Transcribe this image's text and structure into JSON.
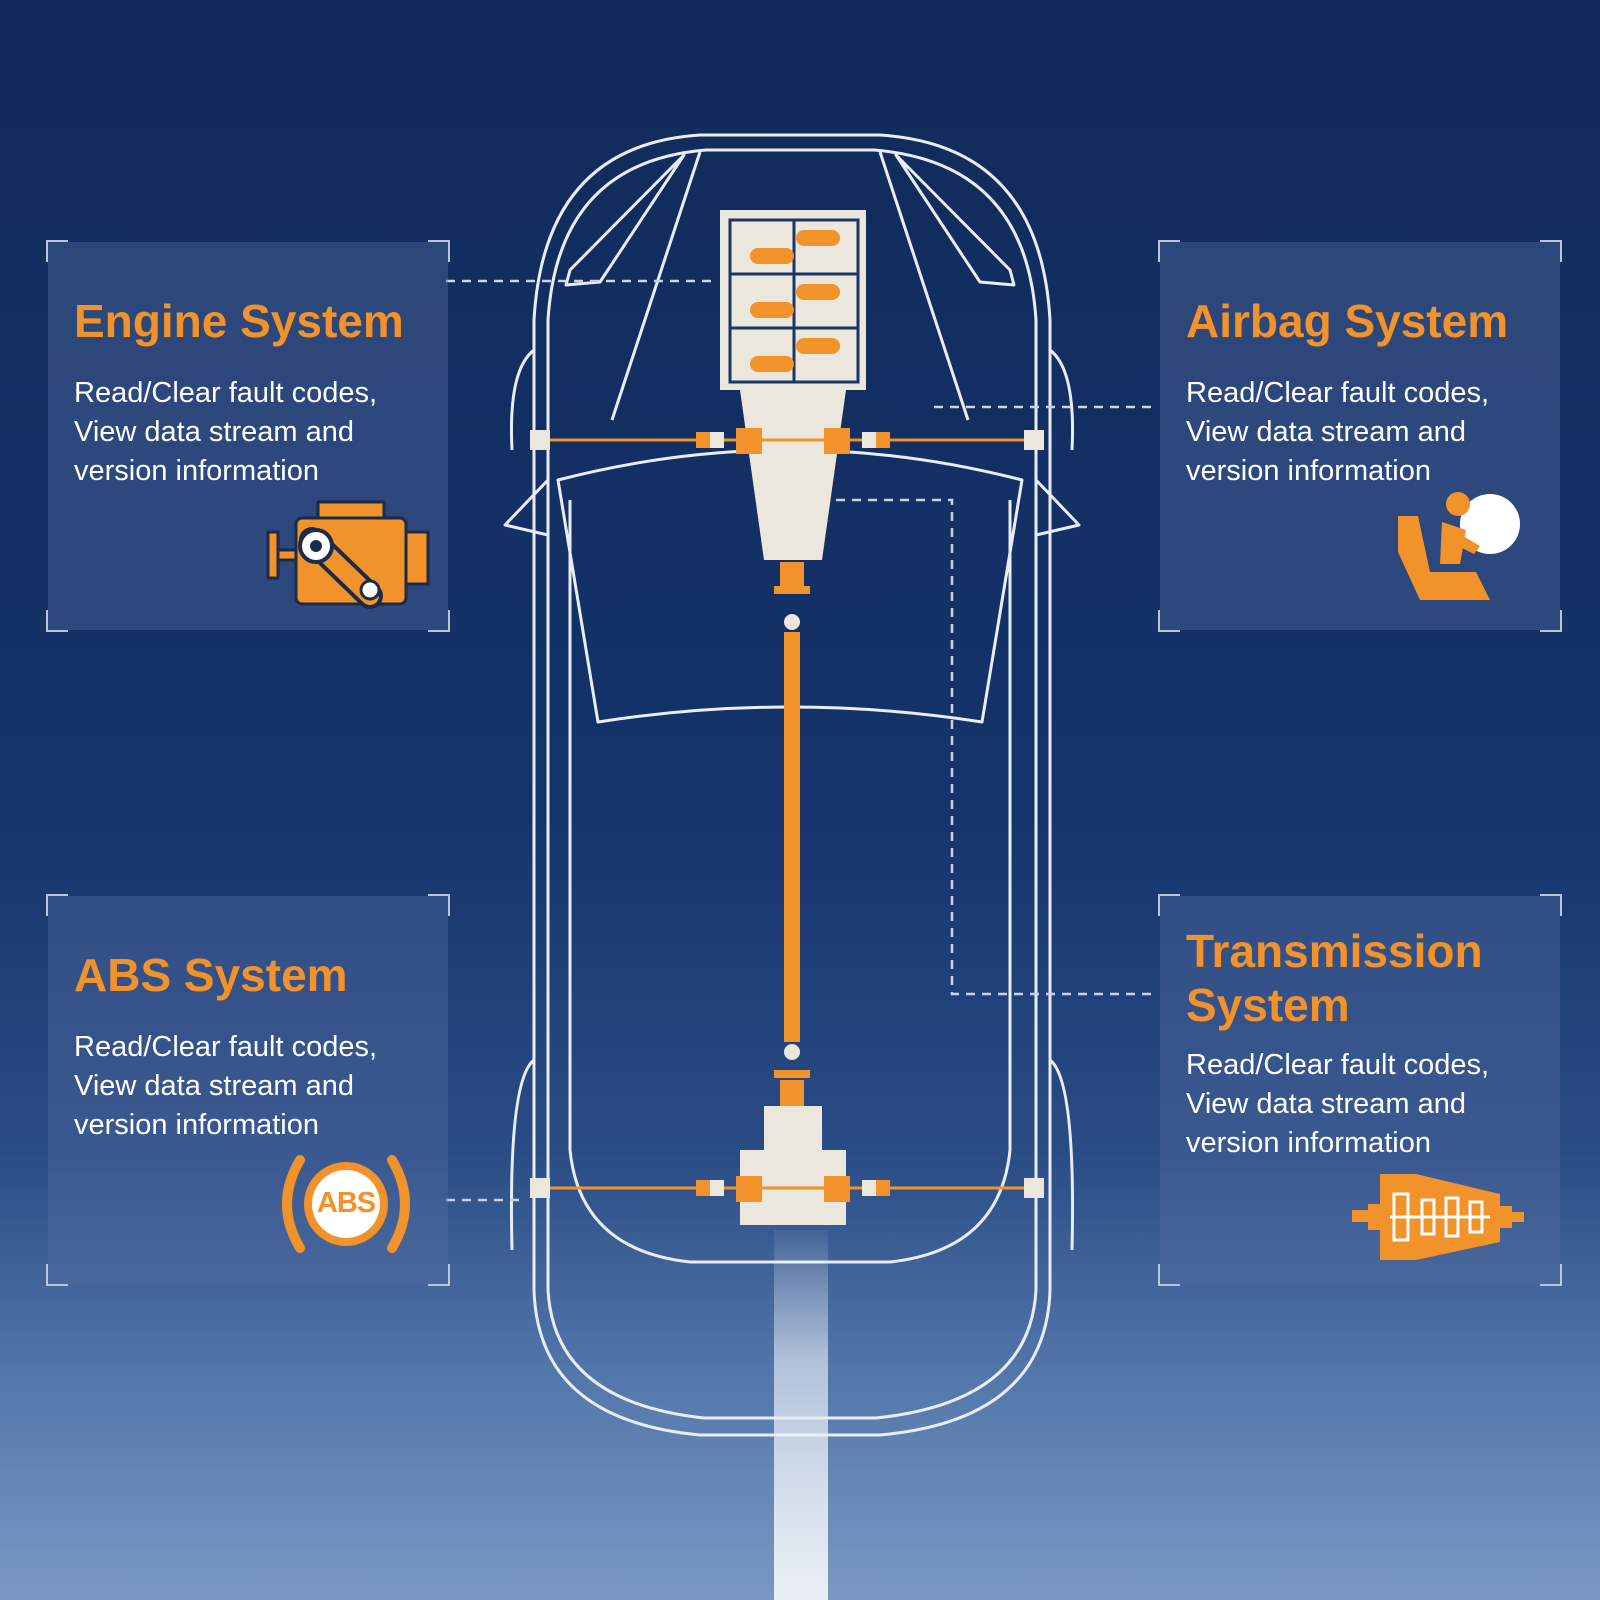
{
  "systems": {
    "engine": {
      "title": "Engine System",
      "description": "Read/Clear fault codes, View data stream and version information",
      "icon": "engine-icon"
    },
    "airbag": {
      "title": "Airbag System",
      "description": "Read/Clear fault codes, View data stream and version information",
      "icon": "airbag-icon"
    },
    "abs": {
      "title": "ABS System",
      "description": "Read/Clear fault codes, View data stream and version information",
      "icon": "abs-warning-icon",
      "icon_text": "ABS"
    },
    "transmission": {
      "title": "Transmission System",
      "description": "Read/Clear fault codes, View data stream and version information",
      "icon": "transmission-icon"
    }
  },
  "colors": {
    "accent": "#f1922a",
    "text": "#ffffff",
    "outline": "#e8eef8",
    "component": "#ece7dc",
    "background": "#15336a"
  }
}
